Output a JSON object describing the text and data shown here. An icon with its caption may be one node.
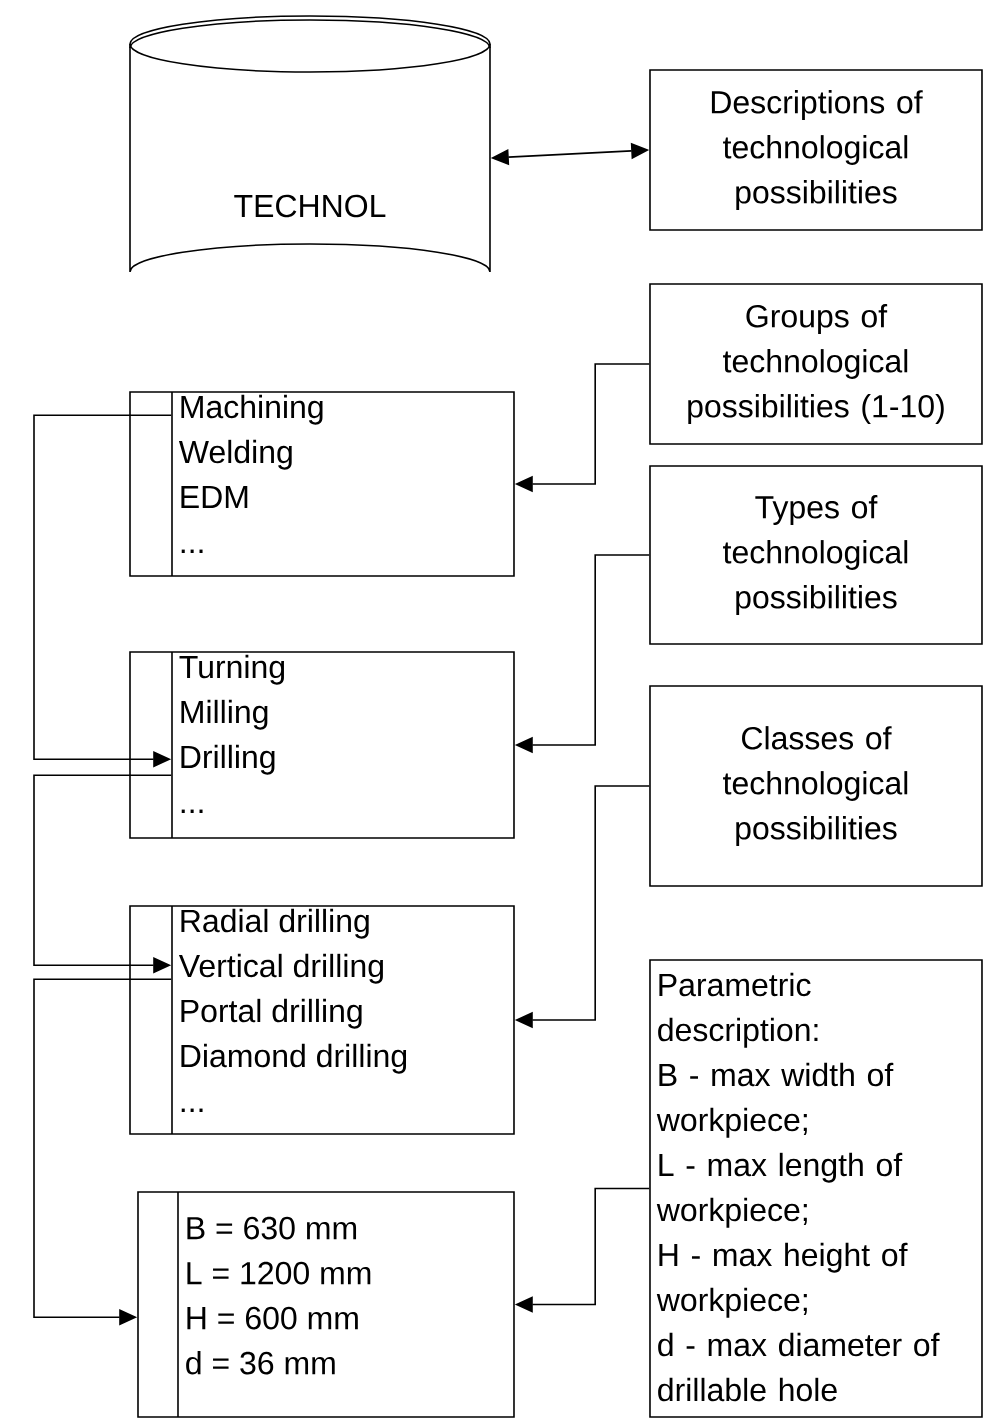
{
  "diagram": {
    "nodes": [
      {
        "text": [
          "TECHNOL"
        ]
      },
      {
        "text": [
          "Descriptions of technological possibilities"
        ]
      },
      {
        "text": [
          "Groups of technological possibilities (1-10)"
        ]
      },
      {
        "text": [
          "Types of technological possibilities"
        ]
      },
      {
        "text": [
          "Classes of technological possibilities"
        ]
      },
      {
        "text": [
          "Parametric description:",
          "B - max width of workpiece;",
          "L - max length of workpiece;",
          "H - max height of workpiece;",
          "d - max diameter of drillable hole"
        ]
      },
      {
        "text": [
          "Machining",
          "Welding",
          "EDM",
          "..."
        ]
      },
      {
        "text": [
          "Turning",
          "Milling",
          "Drilling",
          "..."
        ]
      },
      {
        "text": [
          "Radial drilling",
          "Vertical drilling",
          "Portal drilling",
          "Diamond drilling",
          "..."
        ]
      },
      {
        "text": [
          "B = 630 mm",
          "L = 1200 mm",
          "H = 600 mm",
          "d = 36 mm"
        ]
      }
    ],
    "edges": [
      {
        "from": 0,
        "to": 1,
        "arrow": "both"
      },
      {
        "from": 2,
        "to": 6,
        "arrow": "to"
      },
      {
        "from": 3,
        "to": 7,
        "arrow": "to"
      },
      {
        "from": 4,
        "to": 8,
        "arrow": "to"
      },
      {
        "from": 5,
        "to": 9,
        "arrow": "to"
      },
      {
        "from": 6,
        "to": 7,
        "arrow": "to"
      },
      {
        "from": 7,
        "to": 8,
        "arrow": "to"
      },
      {
        "from": 8,
        "to": 9,
        "arrow": "to"
      }
    ]
  }
}
